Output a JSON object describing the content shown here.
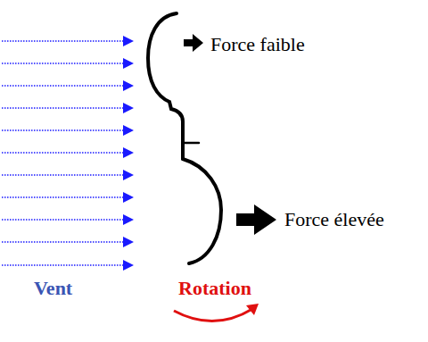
{
  "diagram": {
    "labels": [
      "Force faible",
      "Force élevée",
      "Vent",
      "Rotation"
    ]
  }
}
